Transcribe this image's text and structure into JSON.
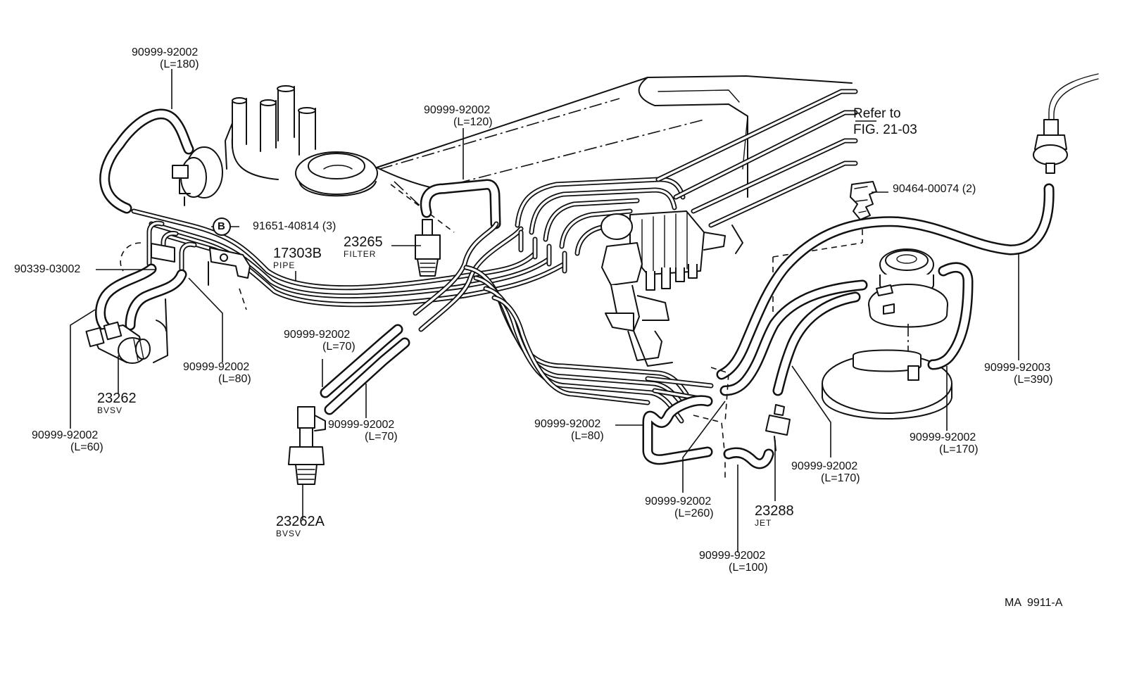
{
  "diagram_id": "MA  9911-A",
  "reference": {
    "line1": "Refer to",
    "line2": "FIG. 21-03"
  },
  "callouts": {
    "hose_l180": {
      "part": "90999-92002",
      "length": "(L=180)"
    },
    "hose_l120": {
      "part": "90999-92002",
      "length": "(L=120)"
    },
    "clip_90464": {
      "part": "90464-00074 (2)"
    },
    "bolt_91651": {
      "marker": "B",
      "part": "91651-40814 (3)"
    },
    "filter_23265": {
      "part": "23265",
      "name": "FILTER"
    },
    "pipe_17303b": {
      "part": "17303B",
      "name": "PIPE"
    },
    "clip_90339": {
      "part": "90339-03002"
    },
    "hose_l80_left": {
      "part": "90999-92002",
      "length": "(L=80)"
    },
    "bvsv_23262": {
      "part": "23262",
      "name": "BVSV"
    },
    "hose_l60": {
      "part": "90999-92002",
      "length": "(L=60)"
    },
    "hose_l70_top": {
      "part": "90999-92002",
      "length": "(L=70)"
    },
    "hose_l70_bottom": {
      "part": "90999-92002",
      "length": "(L=70)"
    },
    "bvsv_23262a": {
      "part": "23262A",
      "name": "BVSV"
    },
    "hose_l80_mid": {
      "part": "90999-92002",
      "length": "(L=80)"
    },
    "hose_l260": {
      "part": "90999-92002",
      "length": "(L=260)"
    },
    "jet_23288": {
      "part": "23288",
      "name": "JET"
    },
    "hose_l100": {
      "part": "90999-92002",
      "length": "(L=100)"
    },
    "hose_l170_mid": {
      "part": "90999-92002",
      "length": "(L=170)"
    },
    "hose_l170_right": {
      "part": "90999-92002",
      "length": "(L=170)"
    },
    "hose_l390": {
      "part": "90999-92003",
      "length": "(L=390)"
    }
  }
}
